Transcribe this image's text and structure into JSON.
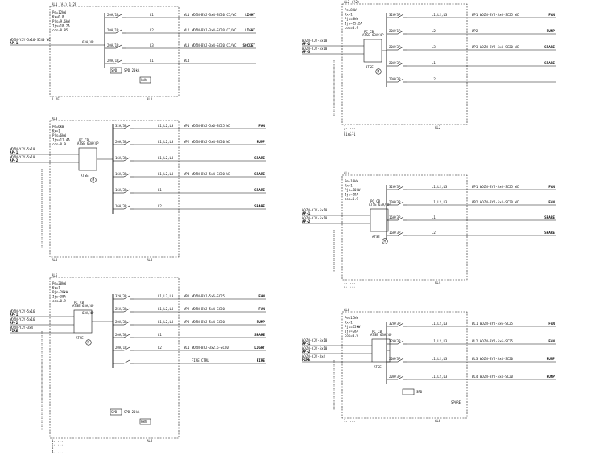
{
  "panels": [
    {
      "id": "p1",
      "box": "AL1 (A1) 1-2F",
      "params": [
        "Pe=12kW",
        "Kx=0.8",
        "Pjs=9.6kW",
        "Ijs=18.2A",
        "cos=0.85"
      ],
      "incoming": [
        {
          "cable": "WDZN-YJY-5x16-SC40 WC",
          "source": "AP-1"
        }
      ],
      "main_breaker": "63A/4P",
      "spd": "SPD 20kA",
      "spd_label": "SPD",
      "meter": "kWh",
      "meter_label": "kWh",
      "circuits": [
        {
          "breaker": "20A/1P",
          "phase": "L1",
          "code": "WL1",
          "cable": "WDZN-BYJ-3x4-SC20 CC/WC",
          "load": "LIGHT"
        },
        {
          "breaker": "20A/1P",
          "phase": "L2",
          "code": "WL2",
          "cable": "WDZN-BYJ-3x4-SC20 CC/WC",
          "load": "LIGHT"
        },
        {
          "breaker": "20A/1P",
          "phase": "L3",
          "code": "WL3",
          "cable": "WDZN-BYJ-3x4-SC20 CC/WC",
          "load": "SOCKET"
        },
        {
          "breaker": "20A/1P",
          "phase": "L1",
          "code": "WL4",
          "cable": "",
          "load": ""
        }
      ],
      "tag": "AL1",
      "note": "1.2F"
    },
    {
      "id": "p2",
      "box": "AL2 (A2)",
      "params": [
        "Pe=8kW",
        "Kx=1",
        "Pjs=8kW",
        "Ijs=15.2A",
        "cos=0.9"
      ],
      "incoming": [
        {
          "cable": "WDZN-YJY-5x10",
          "source": "AP-2"
        },
        {
          "cable": "WDZN-YJY-5x10",
          "source": "AP-3"
        }
      ],
      "ats": "ATSE 63A/4P",
      "ats_sub": "PC CB",
      "ats_label": "ATSE",
      "motor_label": "M",
      "circuits": [
        {
          "breaker": "32A/3P",
          "phase": "L1,L2,L3",
          "code": "WP1",
          "cable": "WDZN-BYJ-5x6-SC25 WC",
          "load": "FAN"
        },
        {
          "breaker": "20A/1P",
          "phase": "L2",
          "code": "WP2",
          "cable": "",
          "load": "PUMP"
        },
        {
          "breaker": "20A/3P",
          "phase": "L3",
          "code": "WP3",
          "cable": "WDZN-BYJ-5x4-SC20 WC",
          "load": "SPARE"
        },
        {
          "breaker": "20A/3P",
          "phase": "L1",
          "code": "",
          "cable": "",
          "load": "SPARE"
        },
        {
          "breaker": "20A/3P",
          "phase": "L2",
          "code": "",
          "cable": "",
          "load": ""
        }
      ],
      "tag": "AL2",
      "notes": [
        "1. ...",
        "2. ...",
        "FIRE-1"
      ]
    },
    {
      "id": "p3",
      "box": "AL3",
      "params": [
        "Pe=6kW",
        "Kx=1",
        "Pjs=6kW",
        "Ijs=11.4A",
        "cos=0.9"
      ],
      "incoming": [
        {
          "cable": "WDZN-YJY-5x10",
          "source": "AP-1"
        },
        {
          "cable": "WDZN-YJY-5x10",
          "source": "AP-2"
        }
      ],
      "ats": "ATSE 63A/4P",
      "ats_sub": "PC CB",
      "ats_label": "ATSE",
      "motor_label": "M",
      "circuits": [
        {
          "breaker": "32A/3P",
          "phase": "L1,L2,L3",
          "code": "WP1",
          "cable": "WDZN-BYJ-5x6-SC25 WC",
          "load": "FAN"
        },
        {
          "breaker": "20A/3P",
          "phase": "L1,L2,L3",
          "code": "WP2",
          "cable": "WDZN-BYJ-5x4-SC20 WC",
          "load": "PUMP"
        },
        {
          "breaker": "16A/3P",
          "phase": "L1,L2,L3",
          "code": "",
          "cable": "",
          "load": "SPARE"
        },
        {
          "breaker": "16A/3P",
          "phase": "L1,L2,L3",
          "code": "WP4",
          "cable": "WDZN-BYJ-5x4-SC20 WC",
          "load": "SPARE"
        },
        {
          "breaker": "16A/3P",
          "phase": "L1",
          "code": "",
          "cable": "",
          "load": "SPARE"
        },
        {
          "breaker": "16A/3P",
          "phase": "L2",
          "code": "",
          "cable": "",
          "load": "SPARE"
        }
      ],
      "tag": "AL3",
      "note": "AL3"
    },
    {
      "id": "p4",
      "box": "AL4",
      "params": [
        "Pe=10kW",
        "Kx=1",
        "Pjs=10kW",
        "Ijs=19A",
        "cos=0.9"
      ],
      "incoming": [
        {
          "cable": "WDZN-YJY-5x10",
          "source": "AP-1"
        },
        {
          "cable": "WDZN-YJY-5x10",
          "source": "AP-2"
        }
      ],
      "ats": "ATSE 63A/4P",
      "ats_sub": "PC CB",
      "ats_label": "ATSE",
      "motor_label": "M",
      "circuits": [
        {
          "breaker": "32A/3P",
          "phase": "L1,L2,L3",
          "code": "WP1",
          "cable": "WDZN-BYJ-5x6-SC25 WC",
          "load": "FAN"
        },
        {
          "breaker": "20A/3P",
          "phase": "L1,L2,L3",
          "code": "WP2",
          "cable": "WDZN-BYJ-5x4-SC20 WC",
          "load": "FAN"
        },
        {
          "breaker": "16A/3P",
          "phase": "L1",
          "code": "",
          "cable": "",
          "load": "SPARE"
        },
        {
          "breaker": "16A/3P",
          "phase": "L2",
          "code": "",
          "cable": "",
          "load": "SPARE"
        }
      ],
      "tag": "AL4",
      "notes": [
        "1. ...",
        "2. ..."
      ]
    },
    {
      "id": "p5",
      "box": "AL5",
      "params": [
        "Pe=20kW",
        "Kx=1",
        "Pjs=20kW",
        "Ijs=38A",
        "cos=0.9"
      ],
      "incoming": [
        {
          "cable": "WDZN-YJY-5x16",
          "source": "AP-1"
        },
        {
          "cable": "WDZN-YJY-5x16",
          "source": "AP-2"
        },
        {
          "cable": "WDZN-YJY-3x4",
          "source": "FIRE"
        }
      ],
      "ats": "ATSE 63A/4P",
      "ats_sub": "PC CB",
      "ats_label": "ATSE",
      "motor_label": "M",
      "main_breaker": "63A/4P",
      "circuits": [
        {
          "breaker": "32A/3P",
          "phase": "L1,L2,L3",
          "code": "WP1",
          "cable": "WDZN-BYJ-5x6-SC25",
          "load": "FAN"
        },
        {
          "breaker": "25A/3P",
          "phase": "L1,L2,L3",
          "code": "WP2",
          "cable": "WDZN-BYJ-5x4-SC20",
          "load": "FAN"
        },
        {
          "breaker": "20A/3P",
          "phase": "L1,L2,L3",
          "code": "WP3",
          "cable": "WDZN-BYJ-5x4-SC20",
          "load": "PUMP"
        },
        {
          "breaker": "20A/3P",
          "phase": "L1",
          "code": "",
          "cable": "",
          "load": "SPARE"
        },
        {
          "breaker": "20A/1P",
          "phase": "L2",
          "code": "WL1",
          "cable": "WDZN-BYJ-3x2.5-SC20",
          "load": "LIGHT"
        },
        {
          "breaker": "",
          "phase": "",
          "code": "",
          "cable": "FIRE CTRL",
          "load": "FIRE"
        }
      ],
      "spd": "SPD 20kA",
      "spd_label": "SPD",
      "meter": "kWh",
      "meter_label": "kWh",
      "tag": "AL5",
      "notes": [
        "1. ...",
        "2. ...",
        "3. ...",
        "4. ..."
      ]
    },
    {
      "id": "p6",
      "box": "AL6",
      "params": [
        "Pe=15kW",
        "Kx=1",
        "Pjs=15kW",
        "Ijs=28A",
        "cos=0.9"
      ],
      "incoming": [
        {
          "cable": "WDZN-YJY-5x10",
          "source": "AP-1"
        },
        {
          "cable": "WDZN-YJY-5x10",
          "source": "AP-2"
        },
        {
          "cable": "WDZN-YJY-3x4",
          "source": "FIRE"
        }
      ],
      "ats": "ATSE 63A/4P",
      "ats_sub": "PC CB",
      "ats_label": "ATSE",
      "circuits": [
        {
          "breaker": "32A/3P",
          "phase": "L1,L2,L3",
          "code": "WL1",
          "cable": "WDZN-BYJ-5x6-SC25",
          "load": "FAN"
        },
        {
          "breaker": "32A/3P",
          "phase": "L1,L2,L3",
          "code": "WL2",
          "cable": "WDZN-BYJ-5x6-SC25",
          "load": "FAN"
        },
        {
          "breaker": "20A/3P",
          "phase": "L1,L2,L3",
          "code": "WL3",
          "cable": "WDZN-BYJ-5x4-SC20",
          "load": "PUMP"
        },
        {
          "breaker": "20A/3P",
          "phase": "L1,L2,L3",
          "code": "WL4",
          "cable": "WDZN-BYJ-5x4-SC20",
          "load": "PUMP"
        }
      ],
      "extra": "SPARE",
      "spd": "SPD",
      "tag": "AL6",
      "notes": [
        "1. ..."
      ]
    }
  ]
}
